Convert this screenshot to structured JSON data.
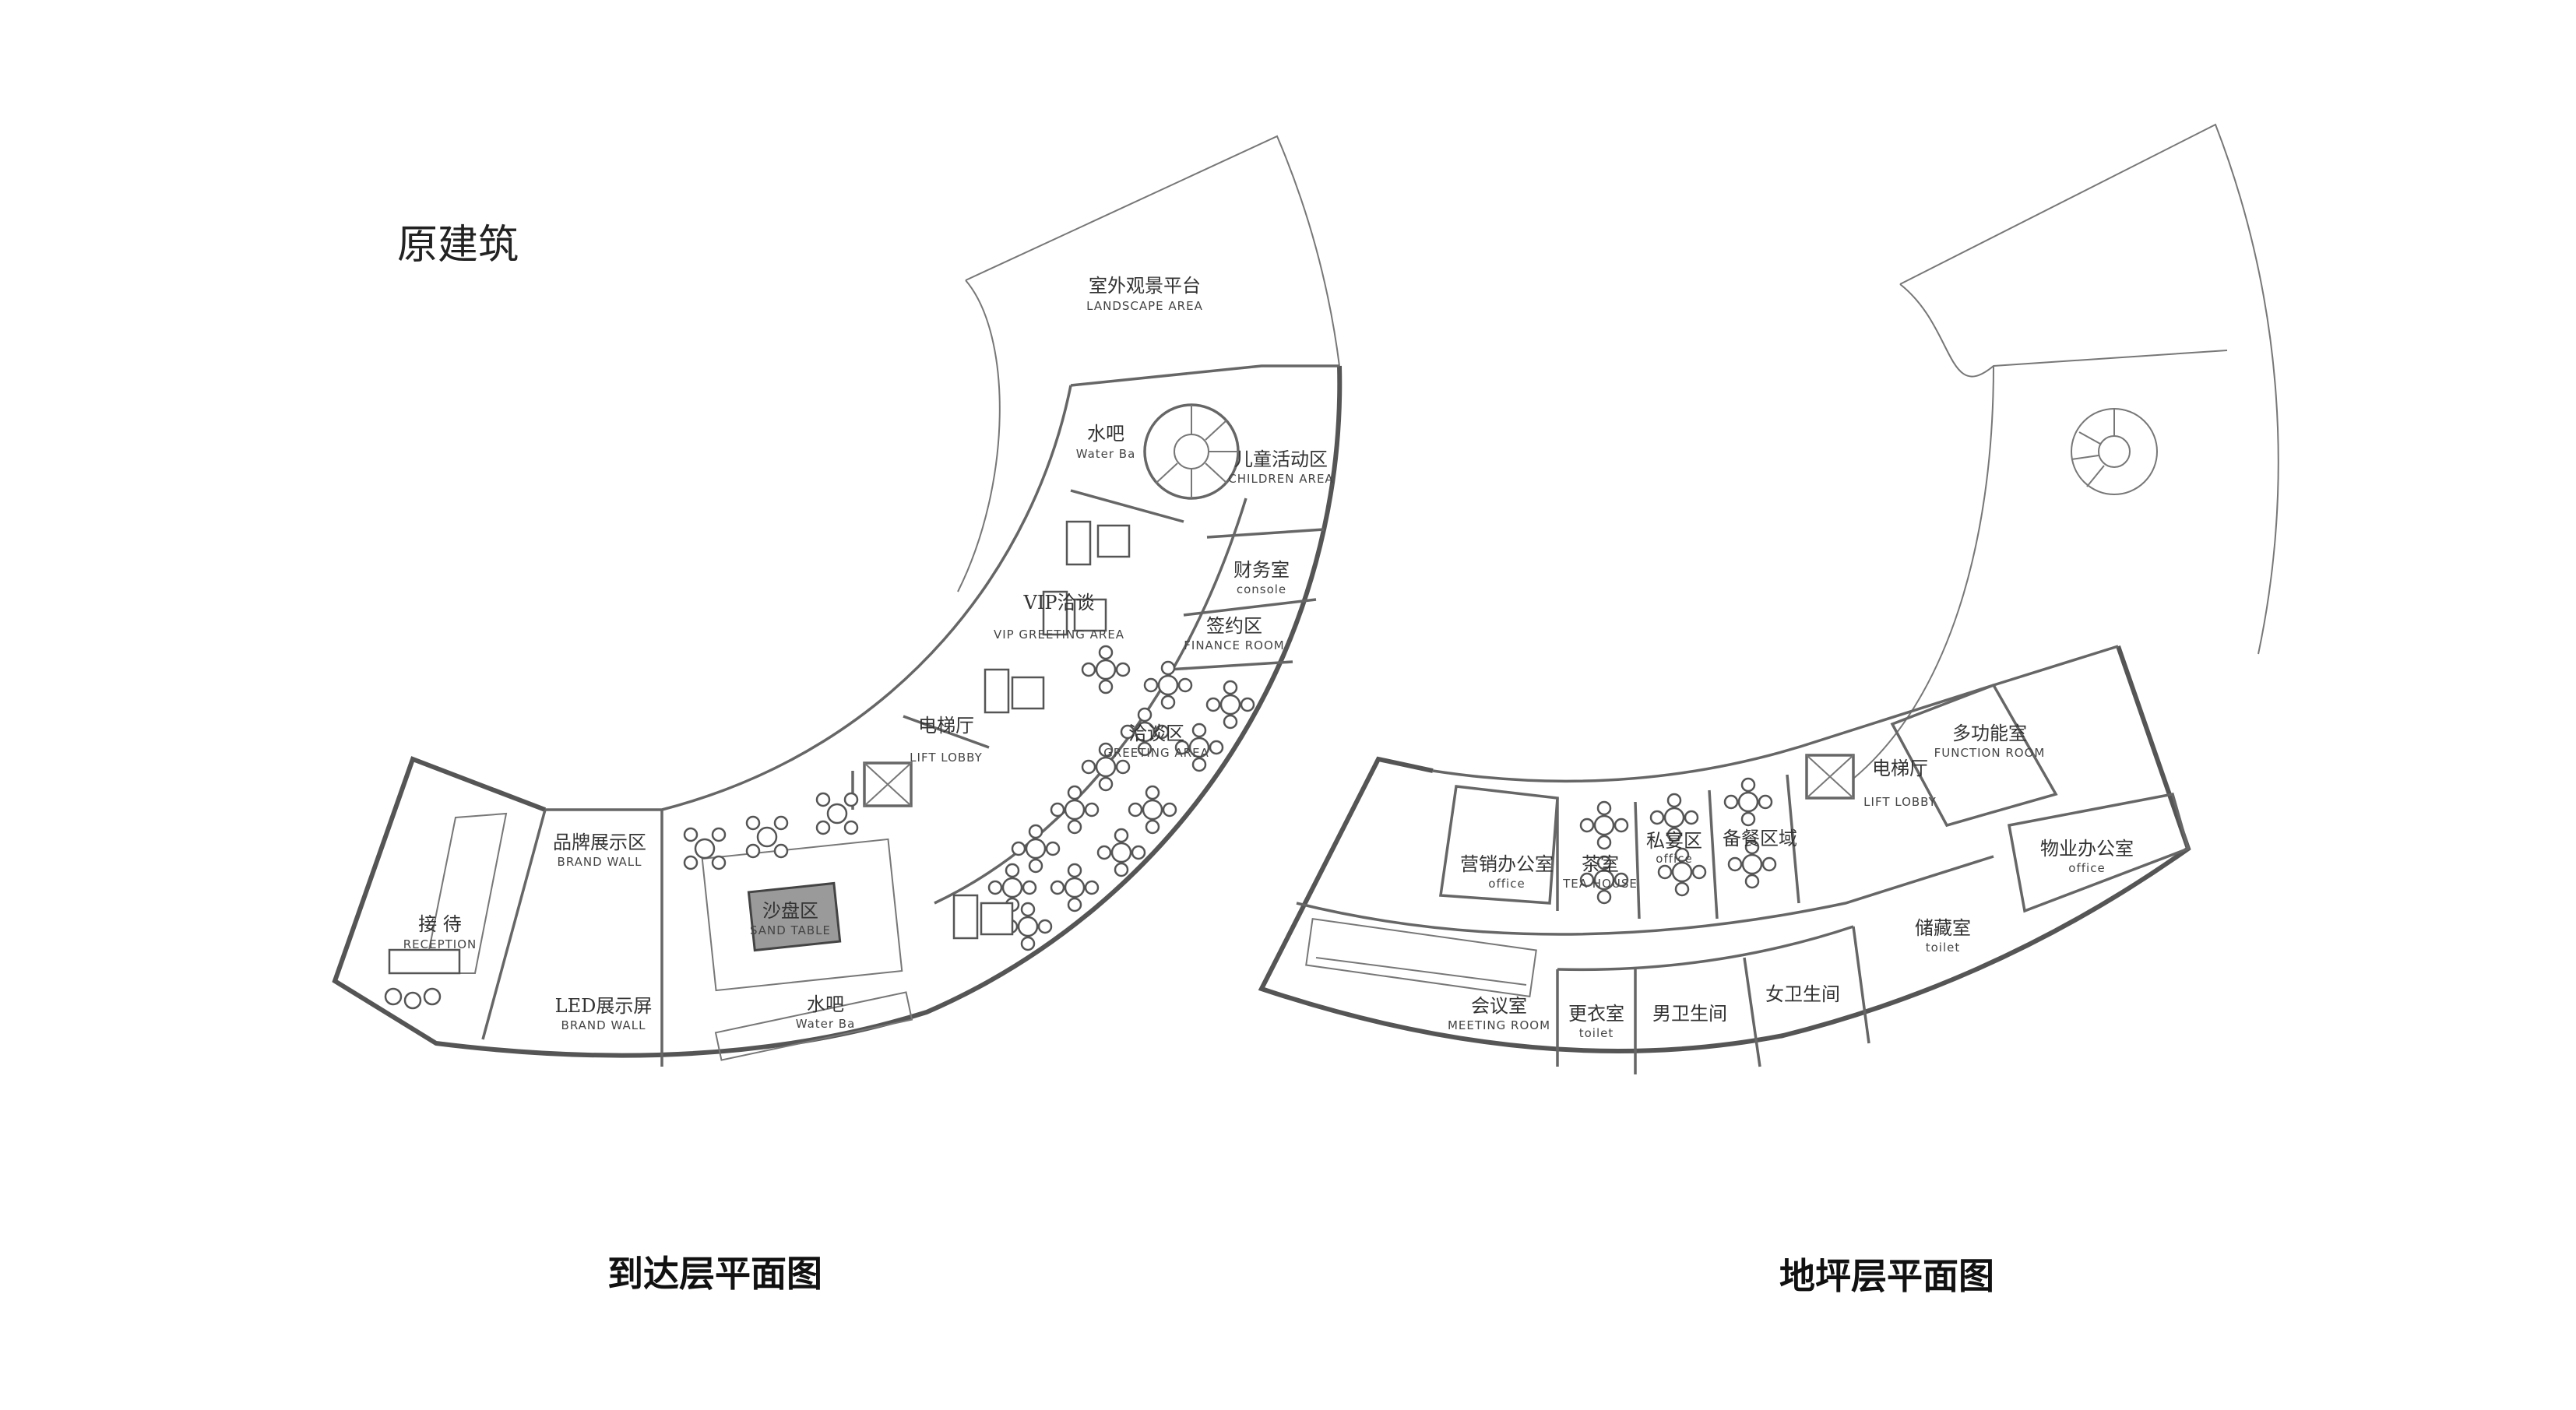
{
  "page_title": "原建筑",
  "captions": {
    "left": "到达层平面图",
    "right": "地坪层平面图"
  },
  "left_plan": {
    "rooms": {
      "landscape": {
        "cn": "室外观景平台",
        "en": "LANDSCAPE AREA"
      },
      "water_bar_top": {
        "cn": "水吧",
        "en": "Water Ba"
      },
      "children": {
        "cn": "儿童活动区",
        "en": "CHILDREN AREA"
      },
      "finance": {
        "cn": "财务室",
        "en": "console"
      },
      "vip": {
        "cn": "VIP洽谈",
        "en": "VIP GREETING AREA"
      },
      "sign": {
        "cn": "签约区",
        "en": "FINANCE ROOM"
      },
      "lift": {
        "cn": "电梯厅",
        "en": "LIFT LOBBY"
      },
      "meeting": {
        "cn": "洽谈区",
        "en": "GREETING AREA"
      },
      "brand": {
        "cn": "品牌展示区",
        "en": "BRAND WALL"
      },
      "sand": {
        "cn": "沙盘区",
        "en": "SAND TABLE"
      },
      "reception": {
        "cn": "接 待",
        "en": "RECEPTION"
      },
      "led": {
        "cn": "LED展示屏",
        "en": "BRAND WALL"
      },
      "water_bar_bottom": {
        "cn": "水吧",
        "en": "Water Ba"
      }
    }
  },
  "right_plan": {
    "rooms": {
      "function": {
        "cn": "多功能室",
        "en": "FUNCTION ROOM"
      },
      "lift": {
        "cn": "电梯厅",
        "en": "LIFT LOBBY"
      },
      "sales": {
        "cn": "营销办公室",
        "en": "office"
      },
      "tea": {
        "cn": "茶室",
        "en": "TEA HOUSE"
      },
      "private": {
        "cn": "私宴区",
        "en": "office"
      },
      "prep": {
        "cn": "备餐区域",
        "en": ""
      },
      "property": {
        "cn": "物业办公室",
        "en": "office"
      },
      "storage": {
        "cn": "储藏室",
        "en": "toilet"
      },
      "meeting_room": {
        "cn": "会议室",
        "en": "MEETING ROOM"
      },
      "locker": {
        "cn": "更衣室",
        "en": "toilet"
      },
      "male_wc": {
        "cn": "男卫生间",
        "en": ""
      },
      "female_wc": {
        "cn": "女卫生间",
        "en": ""
      }
    }
  }
}
